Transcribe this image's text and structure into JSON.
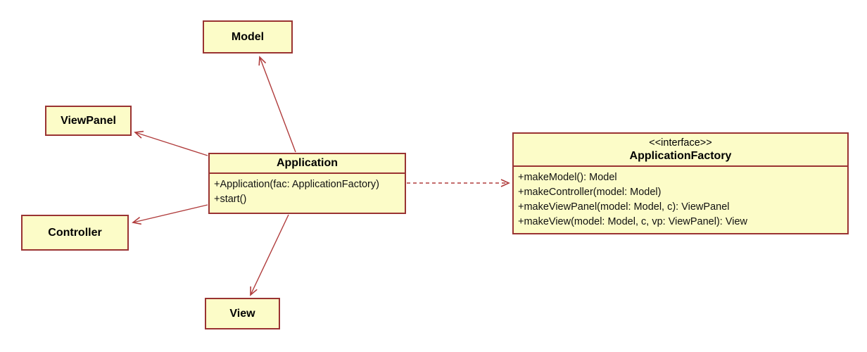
{
  "colors": {
    "background": "#FFFFFF",
    "class_fill": "#FCFCC8",
    "class_border": "#9A3332",
    "arrow": "#B03C3C",
    "text": "#000000"
  },
  "classes": {
    "model": {
      "name": "Model"
    },
    "viewPanel": {
      "name": "ViewPanel"
    },
    "controller": {
      "name": "Controller"
    },
    "view": {
      "name": "View"
    },
    "application": {
      "name": "Application",
      "methods": [
        "+Application(fac: ApplicationFactory)",
        "+start()"
      ]
    },
    "applicationFactory": {
      "stereotype": "<<interface>>",
      "name": "ApplicationFactory",
      "methods": [
        "+makeModel(): Model",
        "+makeController(model: Model)",
        "+makeViewPanel(model: Model, c): ViewPanel",
        "+makeView(model: Model, c, vp: ViewPanel): View"
      ]
    }
  },
  "relations": [
    {
      "from": "Application",
      "to": "Model",
      "type": "directed-association",
      "line": "solid"
    },
    {
      "from": "Application",
      "to": "ViewPanel",
      "type": "directed-association",
      "line": "solid"
    },
    {
      "from": "Application",
      "to": "Controller",
      "type": "directed-association",
      "line": "solid"
    },
    {
      "from": "Application",
      "to": "View",
      "type": "directed-association",
      "line": "solid"
    },
    {
      "from": "Application",
      "to": "ApplicationFactory",
      "type": "dependency",
      "line": "dashed"
    }
  ]
}
